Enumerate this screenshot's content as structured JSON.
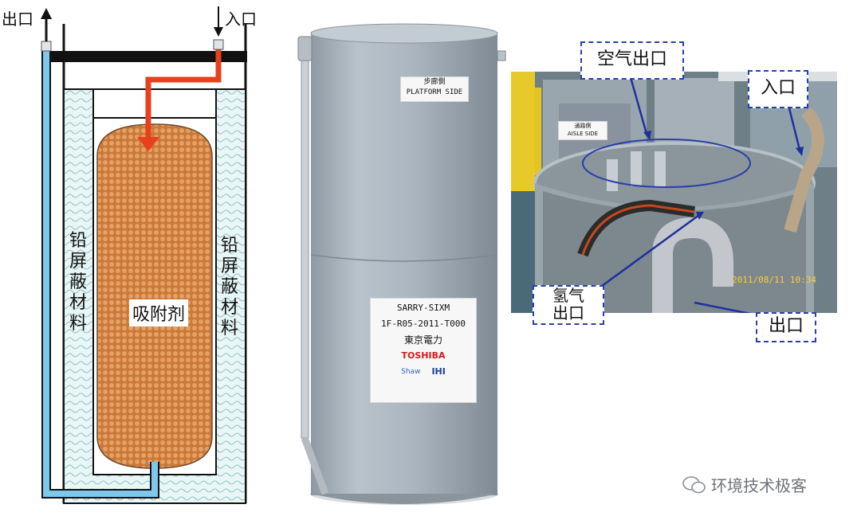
{
  "diagram": {
    "outlet_label": "出口",
    "inlet_label": "入口",
    "shield_left_label": [
      "铅",
      "屏",
      "蔽",
      "材",
      "料"
    ],
    "shield_right_label": [
      "铅",
      "屏",
      "蔽",
      "材",
      "料"
    ],
    "adsorbent_label": "吸附剂"
  },
  "vessel": {
    "side_sign_line1": "步廊側",
    "side_sign_line2": "PLATFORM SIDE",
    "plate_line1": "SARRY-SIXM",
    "plate_line2": "1F-R05-2011-T000",
    "plate_line3": "東京電力",
    "plate_line4": "TOSHIBA",
    "plate_shaw": "Shaw",
    "plate_ihi": "IHI"
  },
  "photo": {
    "air_outlet_label": "空气出口",
    "inlet_label": "入口",
    "hydrogen_outlet_line1": "氢气",
    "hydrogen_outlet_line2": "出口",
    "outlet_label": "出口",
    "timestamp": "2011/08/11 10:34",
    "aisle_sign_line1": "通路側",
    "aisle_sign_line2": "AISLE SIDE"
  },
  "watermark": {
    "text": "环境技术极客"
  },
  "colors": {
    "pipe_blue": "#7ec8ee",
    "pipe_red": "#e8401c",
    "adsorbent": "#d98a45",
    "vessel_gray": "#a9b4be",
    "callout_border": "#2a3fa8"
  }
}
